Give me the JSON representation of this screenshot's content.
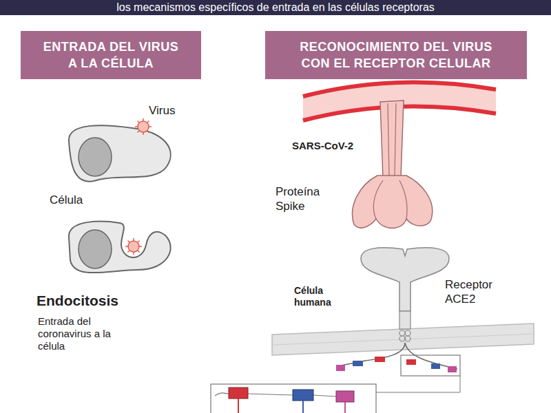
{
  "diagram": {
    "title": "los mecanismos específicos de entrada en las células receptoras",
    "nodes": [
      {
        "text": [
          "ENTRADA DEL VIRUS A LA CÉLULA"
        ]
      },
      {
        "text": [
          "RECONOCIMIENTO DEL VIRUS CON EL RECEPTOR CELULAR"
        ]
      }
    ],
    "labels": [
      "Virus",
      "Célula",
      "Endocitosis",
      "Entrada del coronavirus a la célula",
      "SARS-CoV-2",
      "Proteína Spike",
      "Célula humana",
      "Receptor ACE2"
    ]
  }
}
